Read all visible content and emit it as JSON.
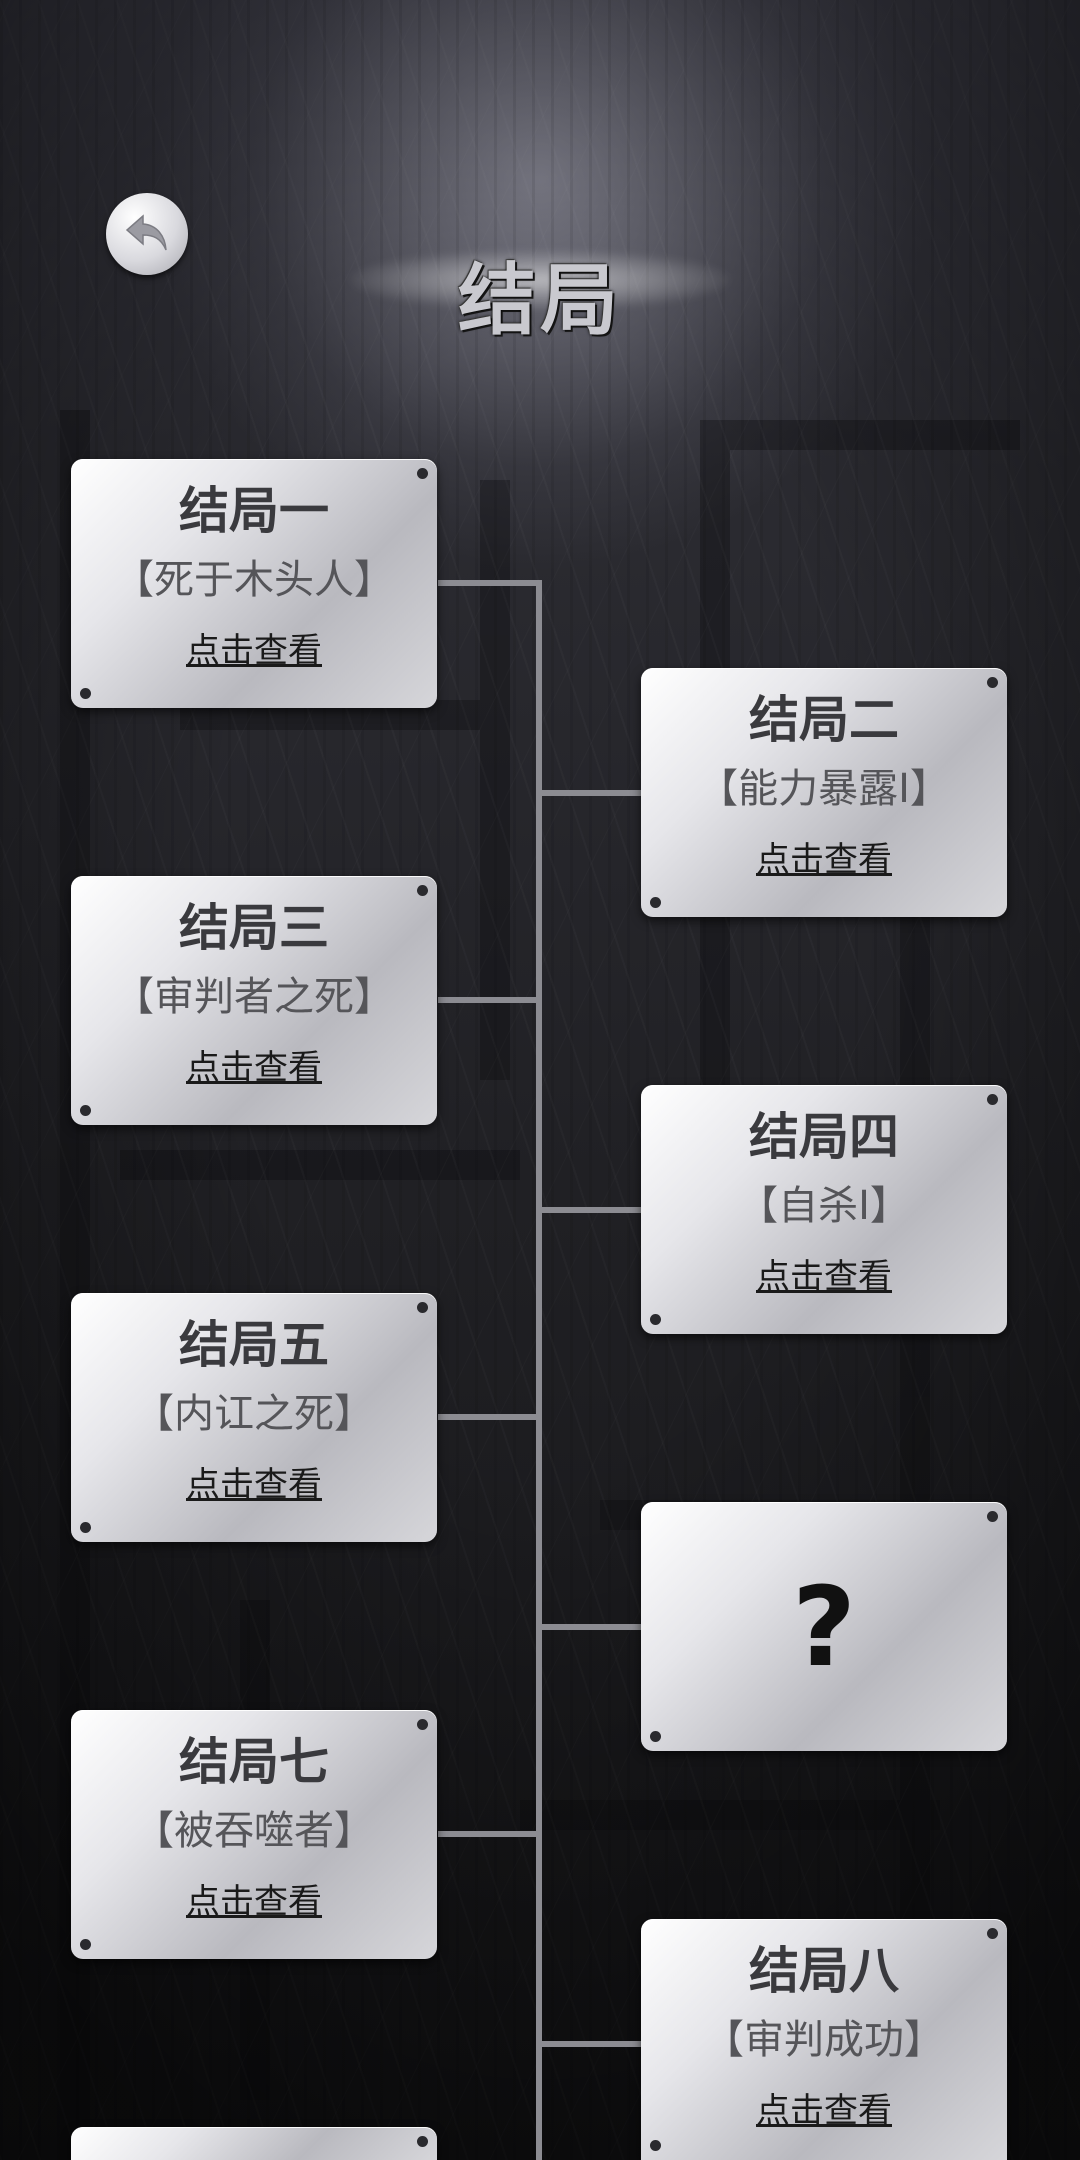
{
  "header": {
    "title": "结局"
  },
  "icons": {
    "back": "undo-arrow-icon"
  },
  "colors": {
    "card_top": "#ffffff",
    "card_bottom": "#b9b9bf",
    "connector": "#8c8c92",
    "title_text": "#c9c9cf"
  },
  "endings": [
    {
      "title": "结局一",
      "subtitle": "【死于木头人】",
      "link": "点击查看",
      "locked": false
    },
    {
      "title": "结局二",
      "subtitle": "【能力暴露Ⅰ】",
      "link": "点击查看",
      "locked": false
    },
    {
      "title": "结局三",
      "subtitle": "【审判者之死】",
      "link": "点击查看",
      "locked": false
    },
    {
      "title": "结局四",
      "subtitle": "【自杀Ⅰ】",
      "link": "点击查看",
      "locked": false
    },
    {
      "title": "结局五",
      "subtitle": "【内讧之死】",
      "link": "点击查看",
      "locked": false
    },
    {
      "title": "?",
      "locked": true
    },
    {
      "title": "结局七",
      "subtitle": "【被吞噬者】",
      "link": "点击查看",
      "locked": false
    },
    {
      "title": "结局八",
      "subtitle": "【审判成功】",
      "link": "点击查看",
      "locked": false
    }
  ]
}
